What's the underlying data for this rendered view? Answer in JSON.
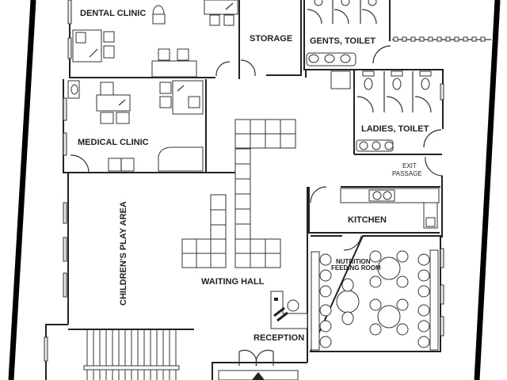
{
  "plan": {
    "title": "Clinic Floor Plan",
    "rooms": {
      "dental_clinic": "DENTAL CLINIC",
      "storage": "STORAGE",
      "gents_toilet": "GENTS, TOILET",
      "ladies_toilet": "LADIES, TOILET",
      "medical_clinic": "MEDICAL CLINIC",
      "exit_passage_line1": "EXIT",
      "exit_passage_line2": "PASSAGE",
      "kitchen": "KITCHEN",
      "nutrition_line1": "NUTRITION",
      "nutrition_line2": "FEEDING ROOM",
      "childrens_play_area": "CHILDREN'S PLAY AREA",
      "waiting_hall": "WAITING HALL",
      "reception": "RECEPTION"
    },
    "colors": {
      "line": "#222222",
      "background": "#ffffff",
      "frame": "#000000"
    }
  }
}
